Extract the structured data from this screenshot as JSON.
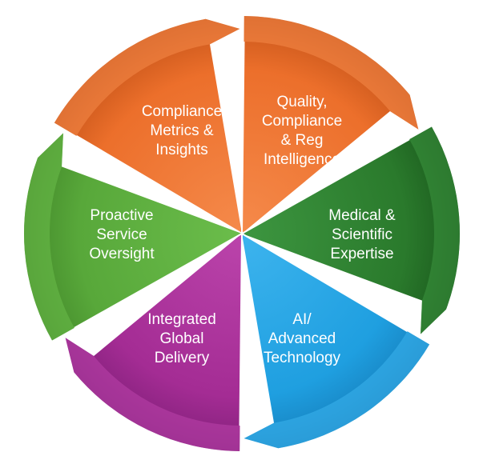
{
  "diagram": {
    "segments": [
      {
        "id": "compliance-metrics",
        "lines": [
          "Compliance",
          "Metrics &",
          "Insights"
        ],
        "color": "#ec6f2b",
        "color_light": "#f58a4b",
        "color_dark": "#c55419"
      },
      {
        "id": "quality-compliance",
        "lines": [
          "Quality,",
          "Compliance",
          "& Reg",
          "Intelligence"
        ],
        "color": "#ec6f2b",
        "color_light": "#f58a4b",
        "color_dark": "#c55419"
      },
      {
        "id": "medical-scientific",
        "lines": [
          "Medical &",
          "Scientific",
          "Expertise"
        ],
        "color": "#2a7a2c",
        "color_light": "#3d9640",
        "color_dark": "#1b5a1d"
      },
      {
        "id": "ai-technology",
        "lines": [
          "AI/",
          "Advanced",
          "Technology"
        ],
        "color": "#1f9fe0",
        "color_light": "#3db4ee",
        "color_dark": "#1680bd"
      },
      {
        "id": "integrated-global",
        "lines": [
          "Integrated",
          "Global",
          "Delivery"
        ],
        "color": "#a42c94",
        "color_light": "#bb44ab",
        "color_dark": "#82207a"
      },
      {
        "id": "proactive-service",
        "lines": [
          "Proactive",
          "Service",
          "Oversight"
        ],
        "color": "#58a83a",
        "color_light": "#6bbd4b",
        "color_dark": "#448a2b"
      }
    ]
  }
}
